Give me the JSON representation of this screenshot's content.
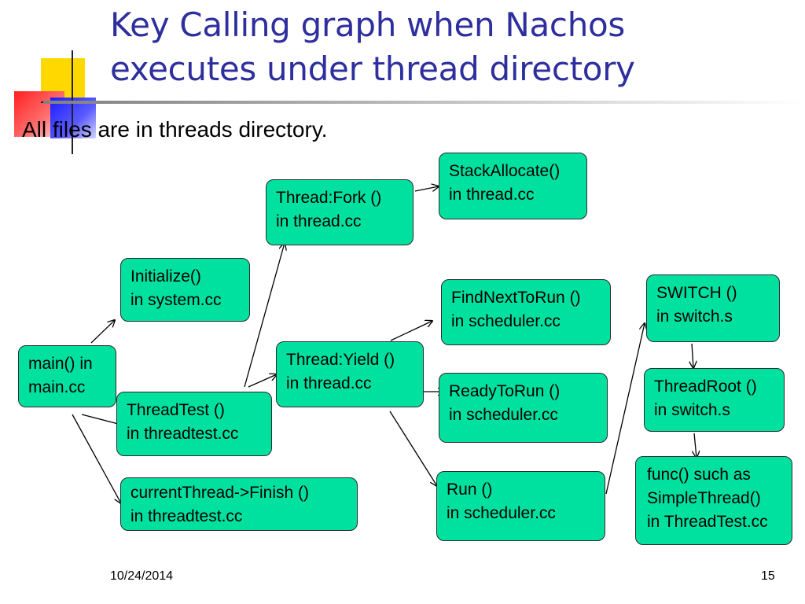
{
  "title": {
    "line1": "Key Calling graph when Nachos",
    "line2": "executes under thread directory"
  },
  "bullet": "All files are in threads directory.",
  "nodes": {
    "main": {
      "line1": "main() in",
      "line2": "main.cc"
    },
    "initialize": {
      "line1": "Initialize()",
      "line2": "in system.cc"
    },
    "threadtest": {
      "line1": "ThreadTest ()",
      "line2": "in threadtest.cc"
    },
    "finish": {
      "line1": "currentThread->Finish ()",
      "line2": "in threadtest.cc"
    },
    "fork": {
      "line1": "Thread:Fork ()",
      "line2": "in thread.cc"
    },
    "stackallocate": {
      "line1": "StackAllocate()",
      "line2": "in thread.cc"
    },
    "yield": {
      "line1": "Thread:Yield ()",
      "line2": "in thread.cc"
    },
    "findnext": {
      "line1": "FindNextToRun ()",
      "line2": "in scheduler.cc"
    },
    "readytorun": {
      "line1": "ReadyToRun ()",
      "line2": "in scheduler.cc"
    },
    "run": {
      "line1": "Run ()",
      "line2": "in scheduler.cc"
    },
    "switch": {
      "line1": "SWITCH ()",
      "line2": "in switch.s"
    },
    "threadroot": {
      "line1": "ThreadRoot ()",
      "line2": "in switch.s"
    },
    "func": {
      "line1": "func() such as",
      "line2": "SimpleThread()",
      "line3": "in ThreadTest.cc"
    }
  },
  "footer": {
    "date": "10/24/2014",
    "page": "15"
  },
  "colors": {
    "title": "#2e2e9e",
    "node_fill": "#00e1a0",
    "node_border": "#2b2b2b"
  }
}
